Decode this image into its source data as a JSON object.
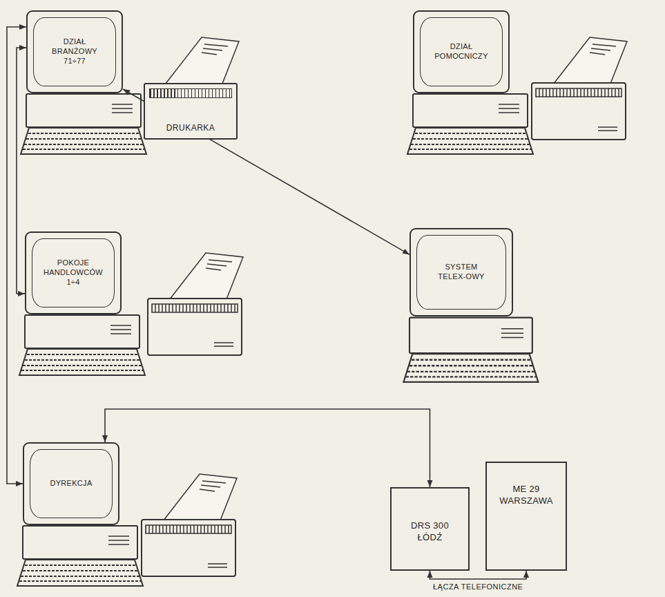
{
  "diagram": {
    "nodes": [
      {
        "text": [
          "DZIAŁ BRANŻOWY 71÷77"
        ]
      },
      {
        "text": [
          "DRUKARKA"
        ]
      },
      {
        "text": [
          "DZIAŁ POMOCNICZY"
        ]
      },
      {
        "text": [
          "POKOJE HANDLOWCÓW 1÷4"
        ]
      },
      {
        "text": [
          "SYSTEM TELEX-OWY"
        ]
      },
      {
        "text": [
          "DYREKCJA"
        ]
      },
      {
        "text": [
          "DRS 300 ŁÓDŹ"
        ]
      },
      {
        "text": [
          "ME 29 WARSZAWA"
        ]
      }
    ],
    "edges": [
      {
        "from": 0,
        "to": 3,
        "arrow": "both"
      },
      {
        "from": 0,
        "to": 5,
        "arrow": "both"
      },
      {
        "from": 0,
        "to": 4,
        "arrow": "both"
      },
      {
        "from": 5,
        "to": 6,
        "arrow": "both"
      },
      {
        "from": 6,
        "to": 7,
        "label": "ŁĄCZA TELEFONICZNE",
        "arrow": "both"
      }
    ]
  }
}
